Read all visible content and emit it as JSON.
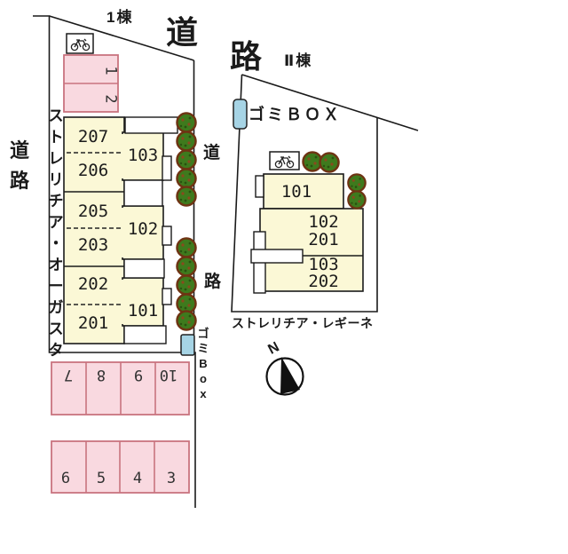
{
  "labels": {
    "building1": "1棟",
    "building2": "Ⅱ棟",
    "road_top": [
      "道",
      "路"
    ],
    "road_left": [
      "道",
      "路"
    ],
    "road_mid": [
      "道",
      "路"
    ],
    "garbage_top": "ゴミＢＯＸ",
    "garbage_left_vertical": [
      "ゴ",
      "ミ",
      "B",
      "o",
      "x"
    ],
    "north": "N"
  },
  "building1": {
    "name_chars": [
      "ス",
      "ト",
      "レ",
      "リ",
      "チ",
      "ア",
      "・",
      "オ",
      "ー",
      "ガ",
      "ス",
      "タ"
    ],
    "rooms_left_column": [
      "207",
      "206",
      "205",
      "203",
      "202",
      "201"
    ],
    "rooms_right_column": [
      "103",
      "102",
      "101"
    ]
  },
  "building2": {
    "name": "ストレリチア・レギーネ",
    "rooms": [
      "101",
      "102",
      "201",
      "103",
      "202"
    ]
  },
  "parking": {
    "top_spaces": [
      "1",
      "2"
    ],
    "row_upper": [
      "7",
      "8",
      "9",
      "10"
    ],
    "row_lower": [
      "6",
      "5",
      "4",
      "3"
    ]
  },
  "colors": {
    "building_fill": "#FBF8D6",
    "parking_fill": "#F9D9E0",
    "parking_border": "#C9737F",
    "garbage_box_fill": "#A6D4E5",
    "tree_green": "#3E7A1D",
    "tree_trunk": "#6E3413",
    "line": "#1a1a1a"
  }
}
